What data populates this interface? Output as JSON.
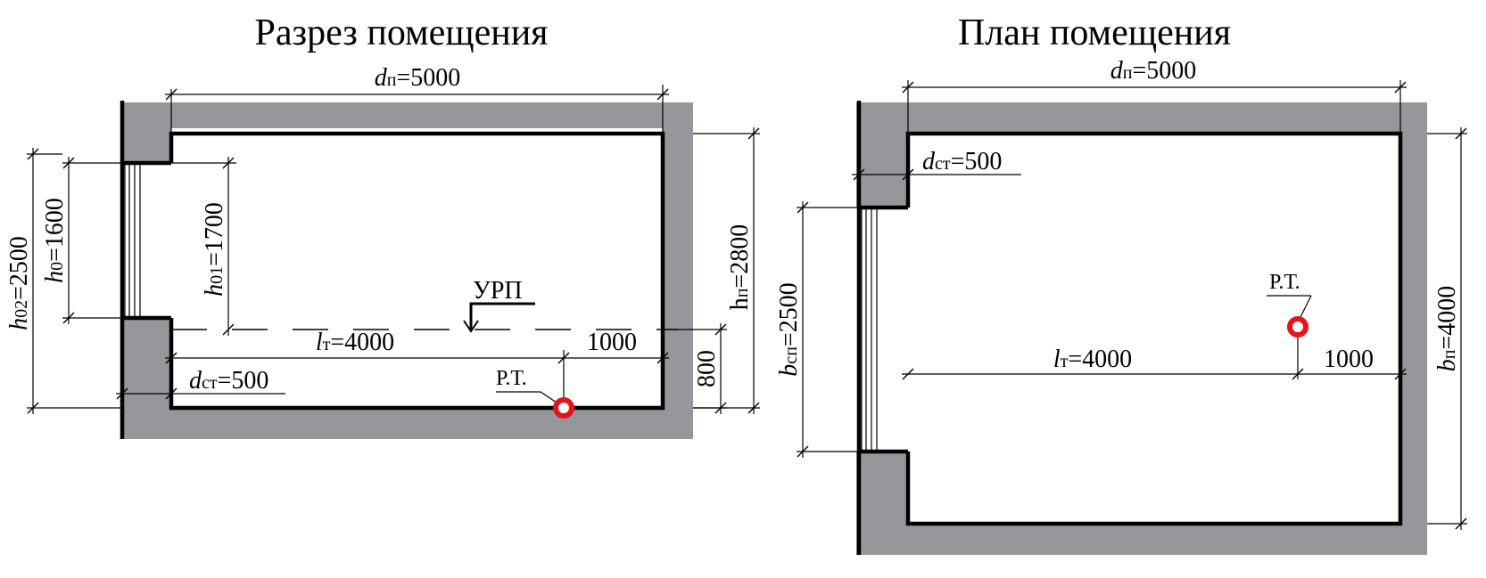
{
  "section": {
    "title": "Разрез помещения",
    "d_p": {
      "sym": "d",
      "sub": "п",
      "val": "=5000"
    },
    "h_p": {
      "sym": "h",
      "sub": "п",
      "val": "=2800"
    },
    "h0": {
      "sym": "h",
      "sub": "0",
      "val": "=1600"
    },
    "h01": {
      "sym": "h",
      "sub": "01",
      "val": "=1700"
    },
    "h02": {
      "sym": "h",
      "sub": "02",
      "val": "=2500"
    },
    "l_t": {
      "sym": "l",
      "sub": "т",
      "val": "=4000"
    },
    "d_st": {
      "sym": "d",
      "sub": "ст",
      "val": "=500"
    },
    "dist": "1000",
    "height_800": "800",
    "urp": "УРП",
    "rt": "Р.Т."
  },
  "plan": {
    "title": "План помещения",
    "d_p": {
      "sym": "d",
      "sub": "п",
      "val": "=5000"
    },
    "d_st": {
      "sym": "d",
      "sub": "ст",
      "val": "=500"
    },
    "b_sp": {
      "sym": "b",
      "sub": "сп",
      "val": "=2500"
    },
    "b_p": {
      "sym": "b",
      "sub": "п",
      "val": "=4000"
    },
    "l_t": {
      "sym": "l",
      "sub": "т",
      "val": "=4000"
    },
    "dist": "1000",
    "rt": "Р.Т."
  },
  "colors": {
    "wall": "#96979b",
    "point": "#e3141b",
    "line": "#000000"
  }
}
